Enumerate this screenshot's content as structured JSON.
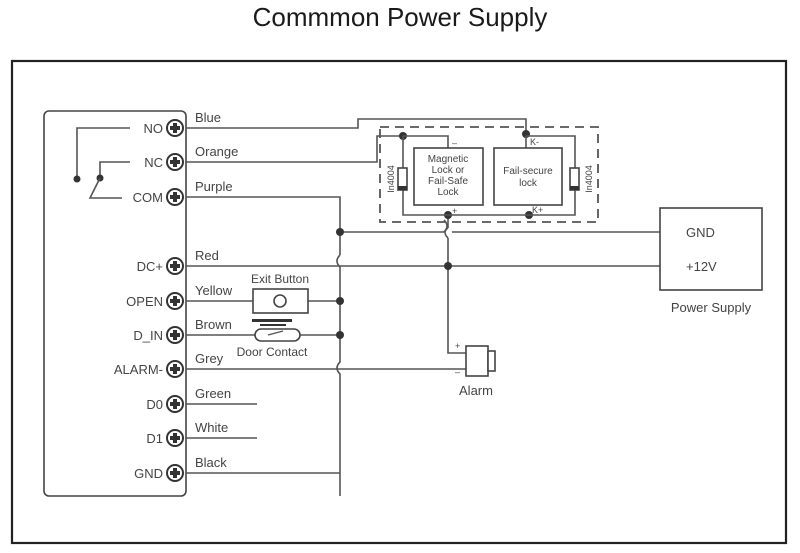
{
  "title": "Commmon Power Supply",
  "controller": {
    "terminals": [
      {
        "label": "NO",
        "wire": "Blue"
      },
      {
        "label": "NC",
        "wire": "Orange"
      },
      {
        "label": "COM",
        "wire": "Purple"
      },
      {
        "label": "DC+",
        "wire": "Red"
      },
      {
        "label": "OPEN",
        "wire": "Yellow"
      },
      {
        "label": "D_IN",
        "wire": "Brown"
      },
      {
        "label": "ALARM-",
        "wire": "Grey"
      },
      {
        "label": "D0",
        "wire": "Green"
      },
      {
        "label": "D1",
        "wire": "White"
      },
      {
        "label": "GND",
        "wire": "Black"
      }
    ]
  },
  "locks": {
    "magnetic_lock_lines": [
      "Magnetic",
      "Lock or",
      "Fail-Safe",
      "Lock"
    ],
    "fail_secure_lines": [
      "Fail-secure",
      "lock"
    ],
    "diode_label": "In4004",
    "minus_label": "–",
    "plus_label": "+",
    "k_minus": "K-",
    "k_plus": "K+"
  },
  "exit_button_label": "Exit Button",
  "door_contact_label": "Door Contact",
  "alarm": {
    "label": "Alarm",
    "plus": "+",
    "minus": "–"
  },
  "power_supply": {
    "label": "Power Supply",
    "terminals": [
      "GND",
      "+12V"
    ]
  }
}
